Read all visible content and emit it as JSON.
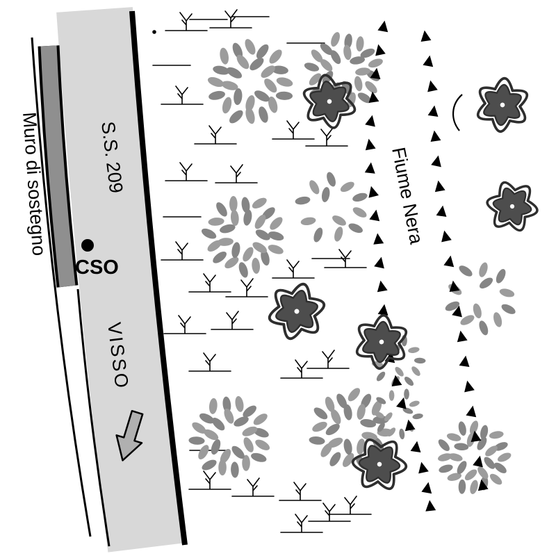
{
  "labels": {
    "wall": "Muro di sostegno",
    "road": "S.S. 209",
    "outfall": "CSO",
    "town_direction": "VISSO",
    "river": "Fiume Nera"
  },
  "colors": {
    "background": "#ffffff",
    "ink": "#000000",
    "road_fill": "#d8d8d8",
    "wall_fill": "#8f8f8f",
    "shrub_leaf": "#9c9c9c",
    "shrub_leaf_dark": "#858585",
    "tree_fill": "#4d4d4d",
    "tree_outline": "#2e2e2e",
    "arrow_fill": "#b0b0b0"
  }
}
